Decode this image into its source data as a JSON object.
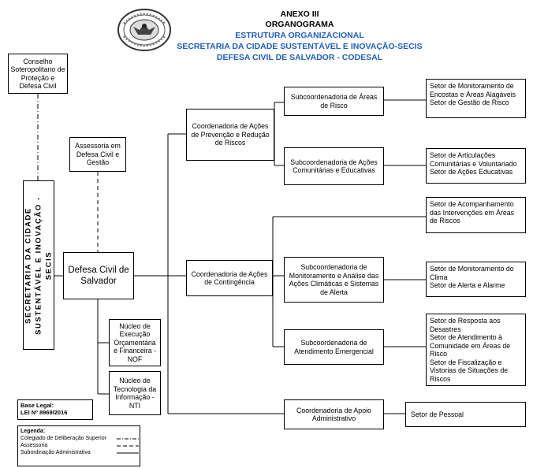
{
  "header": {
    "annex": "ANEXO III",
    "title": "ORGANOGRAMA",
    "subtitle1": "ESTRUTURA ORGANIZACIONAL",
    "subtitle2": "SECRETARIA DA CIDADE SUSTENTÁVEL E INOVAÇÃO-SECIS",
    "subtitle3": "DEFESA CIVIL DE SALVADOR - CODESAL"
  },
  "colors": {
    "header_blue": "#1f5fb8",
    "lines": "#000000"
  },
  "boxes": {
    "conselho": "Conselho Soteropolitano de Proteção e Defesa Civil",
    "assessoria": "Assessoria em Defesa Civil e Gestão",
    "secis_line1": "SECRETARIA DA CIDADE",
    "secis_line2": "SUSTENTÁVEL E INOVAÇÃO - SECIS",
    "defesa_civil": "Defesa Civil de Salvador",
    "nof": "Núcleo de Execução Orçamentária e Financeira - NOF",
    "nti": "Núcleo de Tecnologia da Informação - NTI",
    "coord_prevencao": "Coordenadoria de Ações de Prevenção e Redução de Riscos",
    "coord_contingencia": "Coordenadoria de Ações de Contingência",
    "coord_apoio": "Coordenadoria de Apoio Administrativo",
    "sub_areas_risco": "Subcoordenadoria de Áreas de Risco",
    "sub_comunitarias": "Subcoordenadoria de Ações Comunitárias e Educativas",
    "sub_monitoramento": "Subcoordenadoria de Monitoramento e Análise das Ações Climáticas e Sistemas de Alerta",
    "sub_atendimento": "Subcoordenadoria de Atendimento Emergencial",
    "setor_monit_encostas_1": "Setor de Monitoramento de Encostas e Áreas Alagáveis",
    "setor_monit_encostas_2": "Setor de Gestão de Risco",
    "setor_articulacoes_1": "Setor de Articulações Comunitárias e Voluntariado",
    "setor_articulacoes_2": "Setor de Ações Educativas",
    "setor_acompanhamento": "Setor de Acompanhamento das Intervenções em Áreas de Riscos",
    "setor_clima_1": "Setor de Monitoramento do Clima",
    "setor_clima_2": "Setor de Alerta e Alarme",
    "setor_resposta_1": "Setor de Resposta aos Desastres",
    "setor_resposta_2": "Setor de Atendimento à Comunidade em Áreas de Risco",
    "setor_resposta_3": "Setor de Fiscalização e Vistorias de Situações de Riscos",
    "setor_pessoal": "Setor de Pessoal"
  },
  "base_legal": {
    "label": "Base Legal:",
    "law": "LEI Nº 8969/2016"
  },
  "legend": {
    "title": "Legenda:",
    "items": [
      "Colegiado de Deliberação Superior",
      "Assessoria",
      "Subordinação Administrativa"
    ]
  }
}
